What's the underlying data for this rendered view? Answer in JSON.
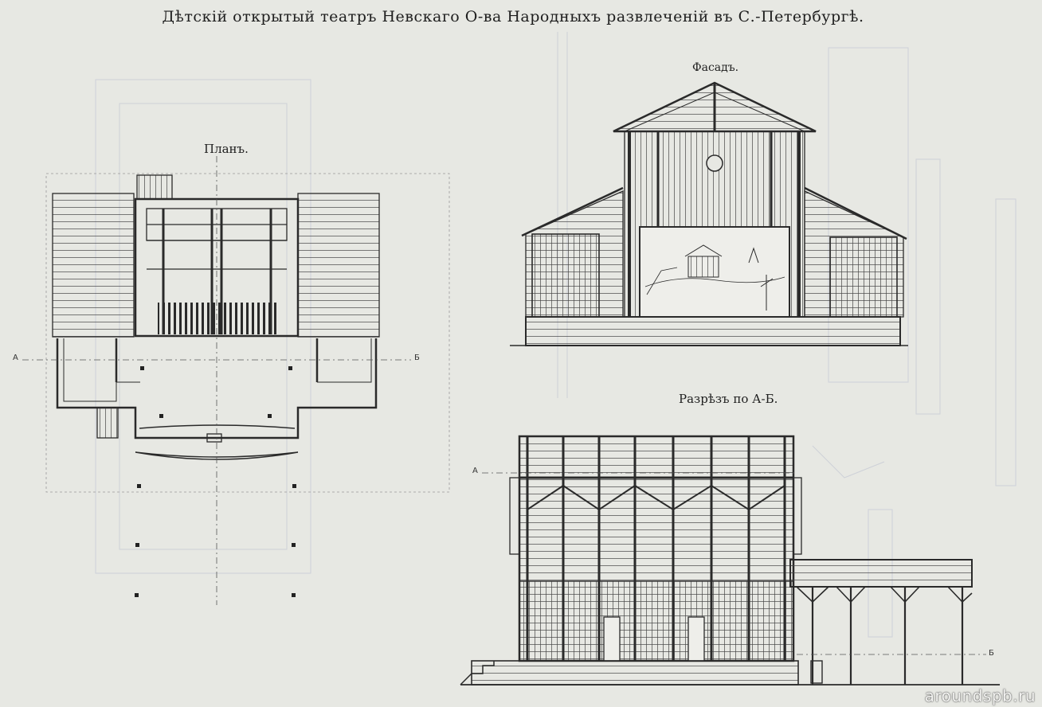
{
  "title": "Дѣтскій открытый театръ Невскаго О-ва Народныхъ развлеченій въ С.-Петербургѣ.",
  "views": {
    "plan": "Планъ.",
    "facade": "Фасадъ.",
    "section": "Разрѣзъ по А-Б."
  },
  "markers": {
    "plan_a": "А",
    "plan_b": "Б",
    "section_a": "А",
    "section_b": "Б"
  },
  "watermark": "aroundspb.ru"
}
